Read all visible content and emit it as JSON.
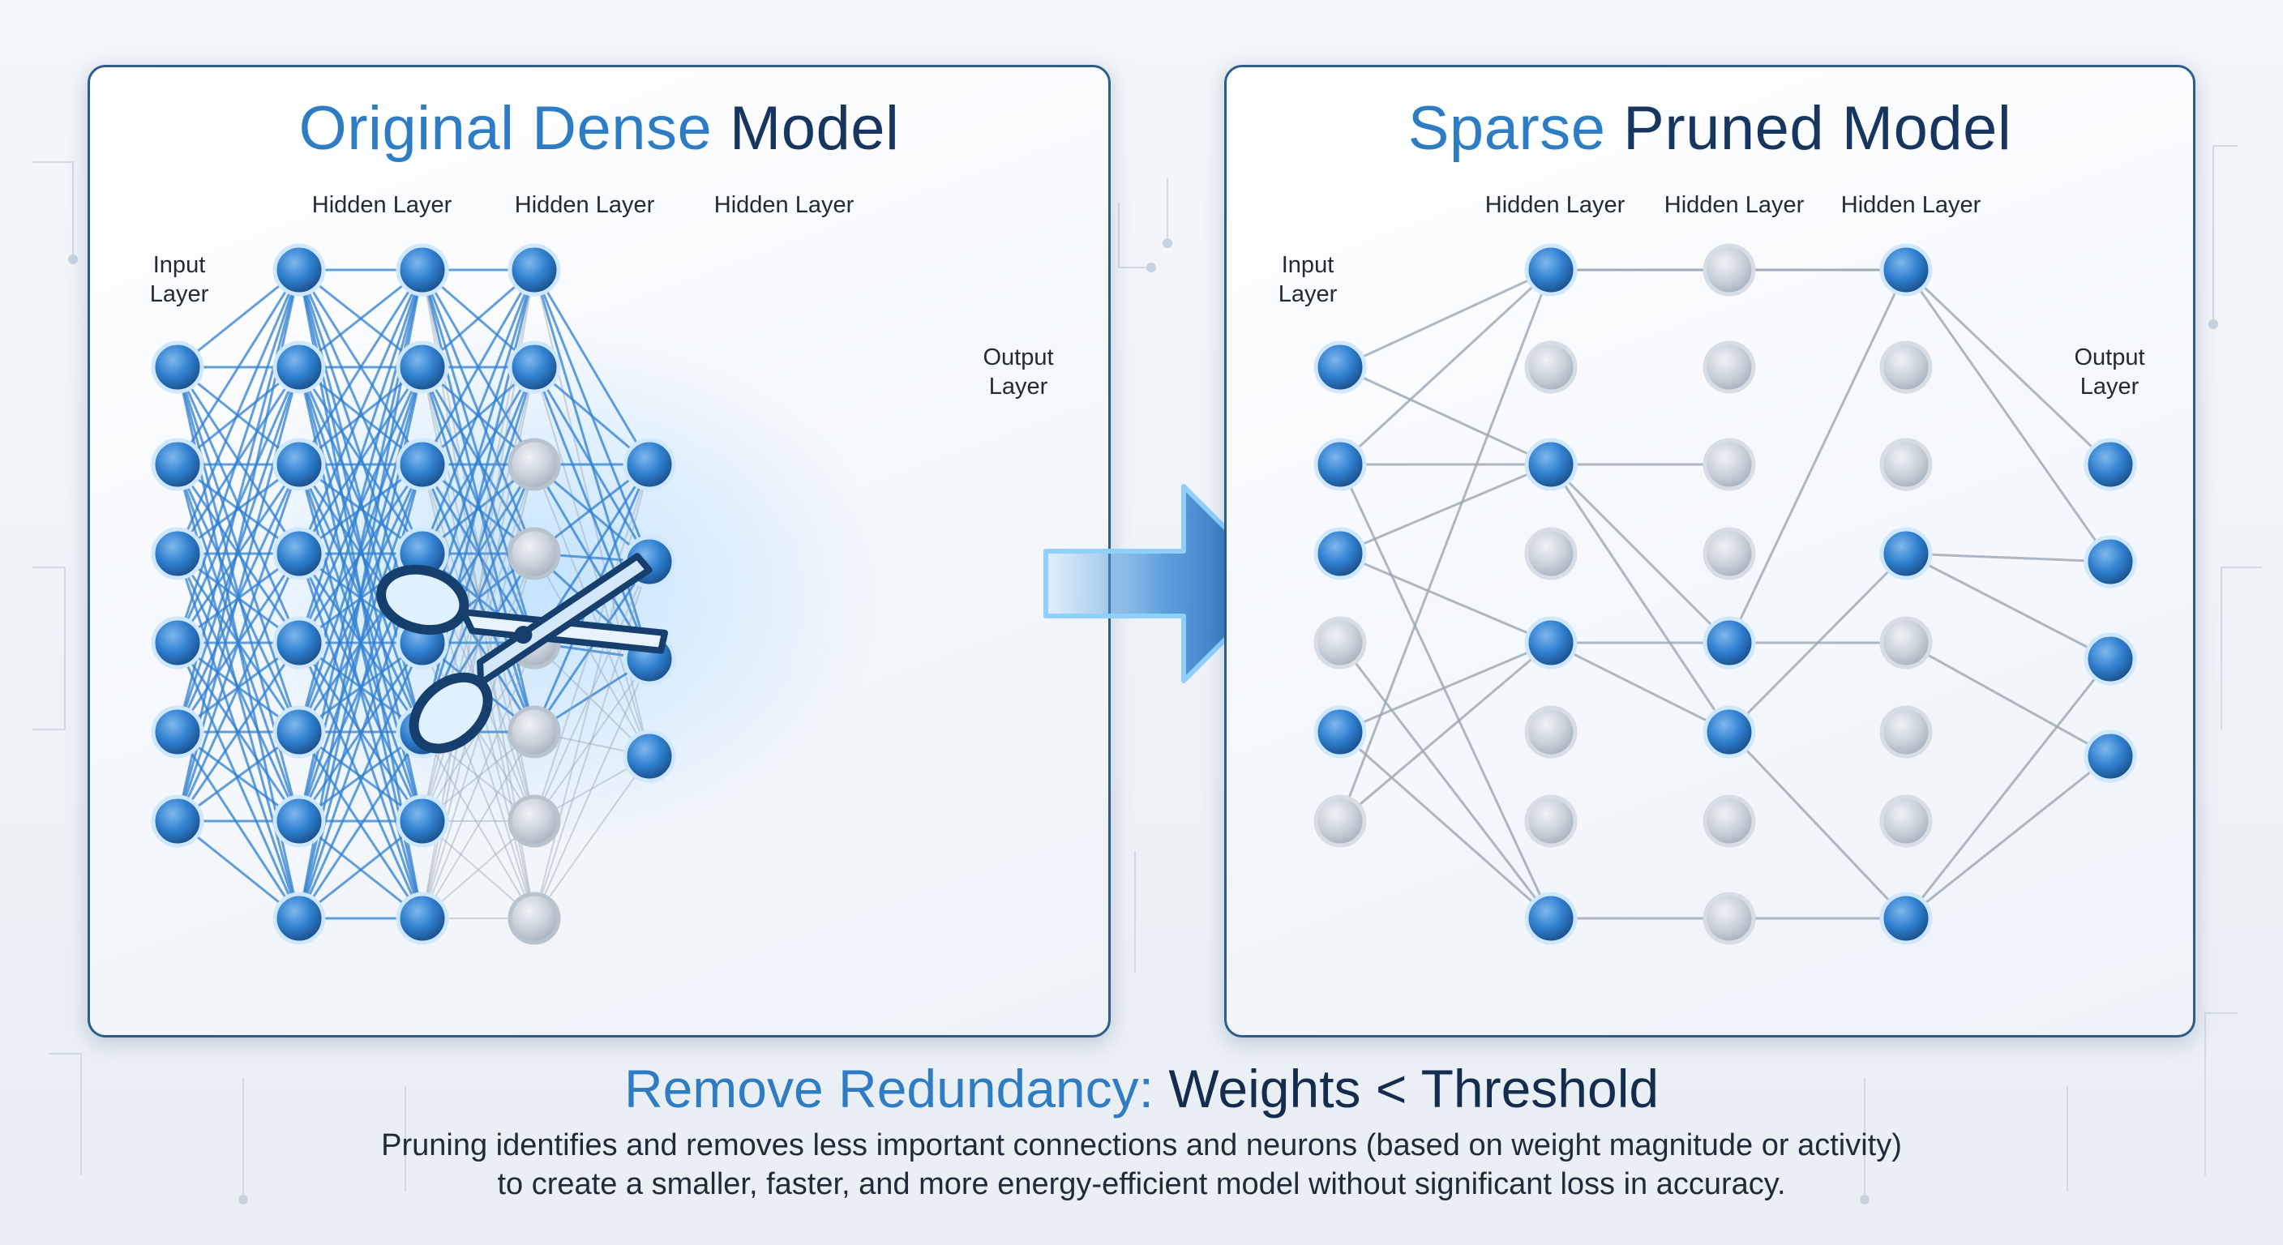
{
  "left_panel": {
    "title_accent": "Original Dense",
    "title_main": "Model",
    "labels": {
      "hidden_1": "Hidden Layer",
      "hidden_2": "Hidden Layer",
      "hidden_3": "Hidden Layer",
      "input_line1": "Input",
      "input_line2": "Layer",
      "output_line1": "Output",
      "output_line2": "Layer"
    },
    "icon": "scissors-icon"
  },
  "right_panel": {
    "title_accent": "Sparse",
    "title_main": "Pruned Model",
    "labels": {
      "hidden_1": "Hidden Layer",
      "hidden_2": "Hidden Layer",
      "hidden_3": "Hidden Layer",
      "input_line1": "Input",
      "input_line2": "Layer",
      "output_line1": "Output",
      "output_line2": "Layer"
    },
    "active_neurons": {
      "input": [
        true,
        true,
        true,
        false,
        true,
        false
      ],
      "hidden_1": [
        true,
        false,
        true,
        false,
        true,
        false,
        false,
        true
      ],
      "hidden_2": [
        false,
        false,
        false,
        false,
        true,
        true,
        false,
        false
      ],
      "hidden_3": [
        true,
        false,
        false,
        true,
        false,
        false,
        false,
        true
      ],
      "output": [
        true,
        true,
        true,
        true
      ]
    }
  },
  "transition_icon": "right-arrow-icon",
  "footer": {
    "heading_accent": "Remove Redundancy:",
    "heading_main": "Weights < Threshold",
    "line_1": "Pruning identifies and removes less important connections and neurons (based on weight magnitude or activity)",
    "line_2": "to create a smaller, faster, and more energy-efficient model without significant loss in accuracy."
  },
  "colors": {
    "neuron_active": "#2f7fcf",
    "neuron_inactive": "#c9d1da",
    "edge_dense": "#2f7fd0",
    "edge_pruned": "#9aa6b3",
    "panel_border": "#2f5d88",
    "title_accent": "#2d7cc4",
    "title_dark": "#17365f"
  }
}
